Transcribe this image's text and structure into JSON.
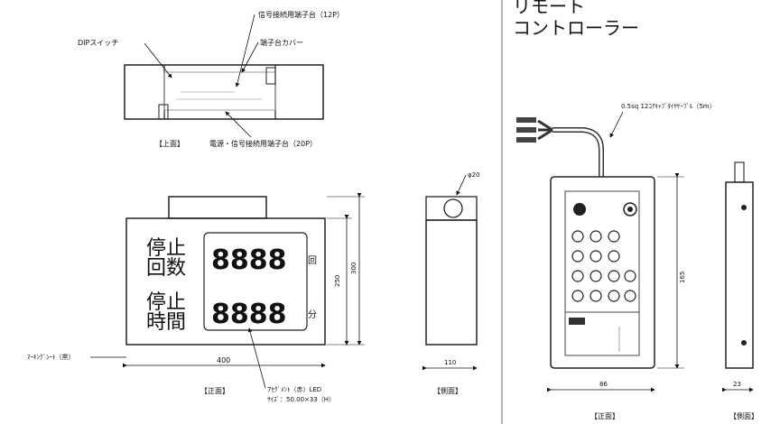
{
  "remote_title_line1": "リモート",
  "remote_title_line2": "コントローラー",
  "labels": {
    "signal_terminal": "信号接続用端子台（12P）",
    "dip_switch": "DIPスイッチ",
    "terminal_cover": "端子台カバー",
    "power_signal_terminal": "電源・信号接続用端子台（20P）",
    "top_view": "【上面】",
    "front_view": "【正面】",
    "side_view": "【側面】",
    "marking_sheet": "ﾏｰｷﾝｸﾞｼｰﾄ（黒）",
    "led_note_1": "7ｾｸﾞﾒﾝﾄ（赤）LED",
    "led_note_2": "ｻｲｽﾞ：50.00×33（H）",
    "hole": "φ20",
    "cable": "0.5sq 12ｺｱｷｬﾌﾞﾀｲﾔｹｰﾌﾞﾙ（5m）"
  },
  "panel": {
    "stop_count_1": "停止",
    "stop_count_2": "回数",
    "stop_time_1": "停止",
    "stop_time_2": "時間",
    "digits_1": "8888",
    "digits_2": "8888",
    "unit_count": "回",
    "unit_time": "分"
  },
  "dims": {
    "width": "400",
    "height_inner": "250",
    "height_outer": "300",
    "depth": "110",
    "remote_width": "86",
    "remote_height": "165",
    "remote_depth": "23"
  },
  "remote_views": {
    "front": "【正面】",
    "side": "【側面】"
  }
}
